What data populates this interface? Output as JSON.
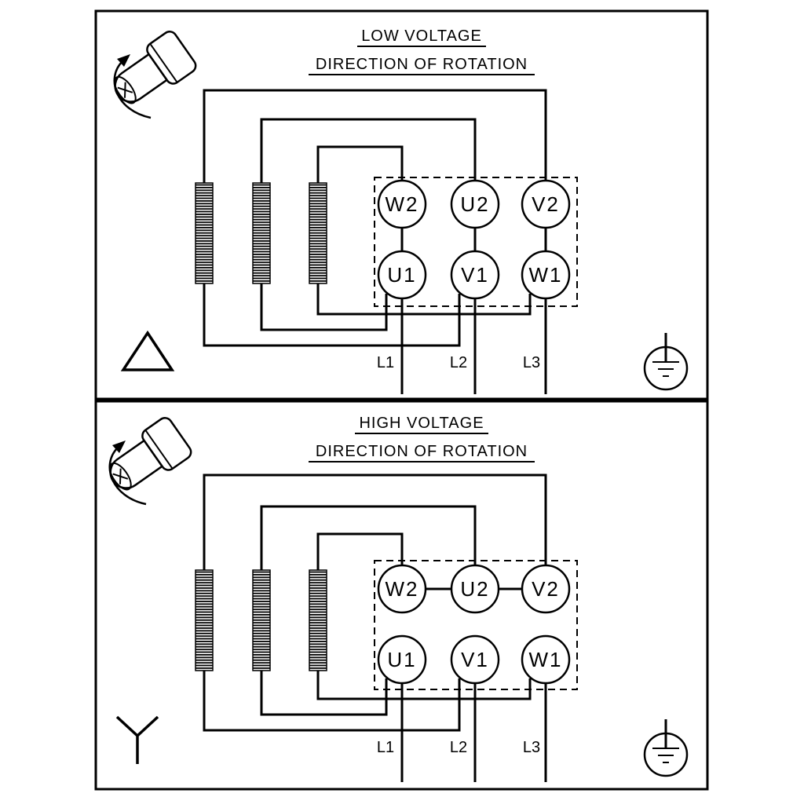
{
  "colors": {
    "ink": "#000000",
    "paper": "#ffffff"
  },
  "panels": [
    {
      "title": "LOW VOLTAGE",
      "subtitle": "DIRECTION OF ROTATION",
      "connection_symbol": "delta",
      "terminals": {
        "top": [
          "W2",
          "U2",
          "V2"
        ],
        "bottom": [
          "U1",
          "V1",
          "W1"
        ]
      },
      "supply_lines": [
        "L1",
        "L2",
        "L3"
      ]
    },
    {
      "title": "HIGH VOLTAGE",
      "subtitle": "DIRECTION OF ROTATION",
      "connection_symbol": "star",
      "terminals": {
        "top": [
          "W2",
          "U2",
          "V2"
        ],
        "bottom": [
          "U1",
          "V1",
          "W1"
        ]
      },
      "supply_lines": [
        "L1",
        "L2",
        "L3"
      ]
    }
  ]
}
